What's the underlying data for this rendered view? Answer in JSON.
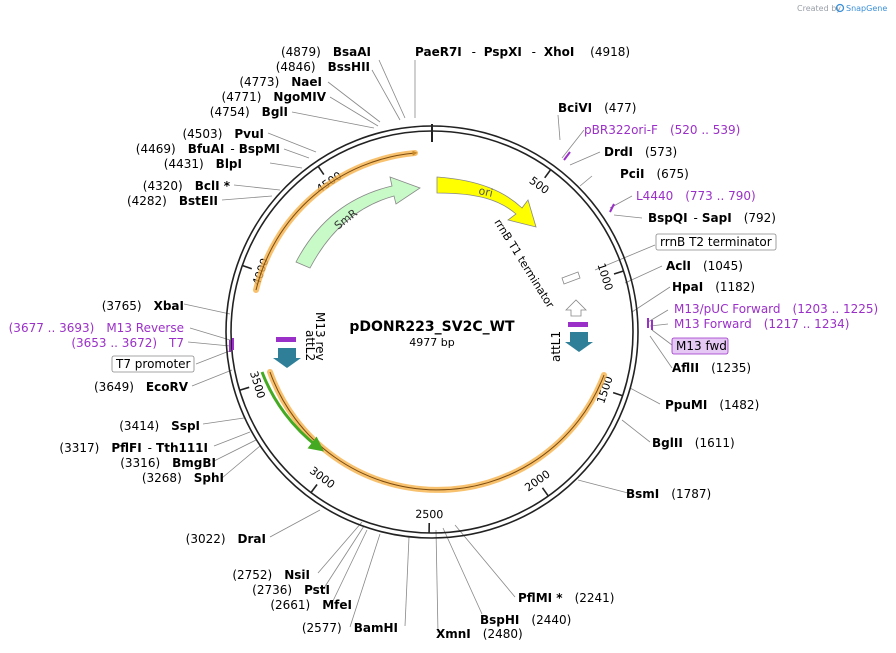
{
  "credit": {
    "created_by": "Created by",
    "brand": "SnapGene"
  },
  "plasmid": {
    "name": "pDONR223_SV2C_WT",
    "size": "4977 bp"
  },
  "ticks": [
    "500",
    "1000",
    "1500",
    "2000",
    "2500",
    "3000",
    "3500",
    "4000",
    "4500"
  ],
  "features": {
    "ori": "ori",
    "smr": "SmR",
    "rrnb_t1": "rrnB T1 terminator",
    "attl1": "attL1",
    "attl2": "attL2",
    "m13rev": "M13 rev"
  },
  "right_labels": {
    "bcivi": {
      "name": "BciVI",
      "pos": "(477)"
    },
    "pbr": {
      "name": "pBR322ori-F",
      "pos": "(520 .. 539)"
    },
    "drdi": {
      "name": "DrdI",
      "pos": "(573)"
    },
    "pcii": {
      "name": "PciI",
      "pos": "(675)"
    },
    "l4440": {
      "name": "L4440",
      "pos": "(773 .. 790)"
    },
    "bspqi": {
      "name": "BspQI",
      "sep": "-",
      "name2": "SapI",
      "pos": "(792)"
    },
    "rrnbt2": {
      "name": "rrnB T2 terminator"
    },
    "acli": {
      "name": "AclI",
      "pos": "(1045)"
    },
    "hpai": {
      "name": "HpaI",
      "pos": "(1182)"
    },
    "m13puc": {
      "name": "M13/pUC Forward",
      "pos": "(1203 .. 1225)"
    },
    "m13fwd": {
      "name": "M13 Forward",
      "pos": "(1217 .. 1234)"
    },
    "m13fwdbox": {
      "name": "M13 fwd"
    },
    "aflii": {
      "name": "AflII",
      "pos": "(1235)"
    },
    "ppumi": {
      "name": "PpuMI",
      "pos": "(1482)"
    },
    "bglii": {
      "name": "BglII",
      "pos": "(1611)"
    },
    "bsmi": {
      "name": "BsmI",
      "pos": "(1787)"
    },
    "pflmi": {
      "name": "PflMI *",
      "pos": "(2241)"
    },
    "bsphi": {
      "name": "BspHI",
      "pos": "(2440)"
    },
    "xmni": {
      "name": "XmnI",
      "pos": "(2480)"
    }
  },
  "top_labels": {
    "paer7i": {
      "name": "PaeR7I",
      "sep1": "-",
      "name2": "PspXI",
      "sep2": "-",
      "name3": "XhoI",
      "pos": "(4918)"
    }
  },
  "left_labels": {
    "bsaai": {
      "name": "BsaAI",
      "pos": "(4879)"
    },
    "bsshii": {
      "name": "BssHII",
      "pos": "(4846)"
    },
    "naei": {
      "name": "NaeI",
      "pos": "(4773)"
    },
    "ngomiv": {
      "name": "NgoMIV",
      "pos": "(4771)"
    },
    "bgli": {
      "name": "BglI",
      "pos": "(4754)"
    },
    "pvui": {
      "name": "PvuI",
      "pos": "(4503)"
    },
    "bfuai": {
      "name": "BfuAI",
      "sep": "-",
      "name2": "BspMI",
      "pos": "(4469)"
    },
    "blpi": {
      "name": "BlpI",
      "pos": "(4431)"
    },
    "bcli": {
      "name": "BclI *",
      "pos": "(4320)"
    },
    "bsteii": {
      "name": "BstEII",
      "pos": "(4282)"
    },
    "xbai": {
      "name": "XbaI",
      "pos": "(3765)"
    },
    "m13rev": {
      "name": "M13 Reverse",
      "pos": "(3677 .. 3693)"
    },
    "t7": {
      "name": "T7",
      "pos": "(3653 .. 3672)"
    },
    "t7prom": {
      "name": "T7 promoter"
    },
    "ecorv": {
      "name": "EcoRV",
      "pos": "(3649)"
    },
    "sspi": {
      "name": "SspI",
      "pos": "(3414)"
    },
    "pflfi": {
      "name": "PflFI",
      "sep": "-",
      "name2": "Tth111I",
      "pos": "(3317)"
    },
    "bmgbi": {
      "name": "BmgBI",
      "pos": "(3316)"
    },
    "sphi": {
      "name": "SphI",
      "pos": "(3268)"
    },
    "drai": {
      "name": "DraI",
      "pos": "(3022)"
    },
    "nsii": {
      "name": "NsiI",
      "pos": "(2752)"
    },
    "psti": {
      "name": "PstI",
      "pos": "(2736)"
    },
    "mfei": {
      "name": "MfeI",
      "pos": "(2661)"
    },
    "bamhi": {
      "name": "BamHI",
      "pos": "(2577)"
    }
  },
  "colors": {
    "ring": "#222222",
    "ori": "#ffff00",
    "smr": "#c8fac8",
    "orange_arc": "#f5b14a",
    "green_arc": "#44aa22",
    "primer": "#9b30c8",
    "att": "#2f7f99",
    "credit": "#9aa0a8",
    "snapgene": "#3a8fd8"
  }
}
